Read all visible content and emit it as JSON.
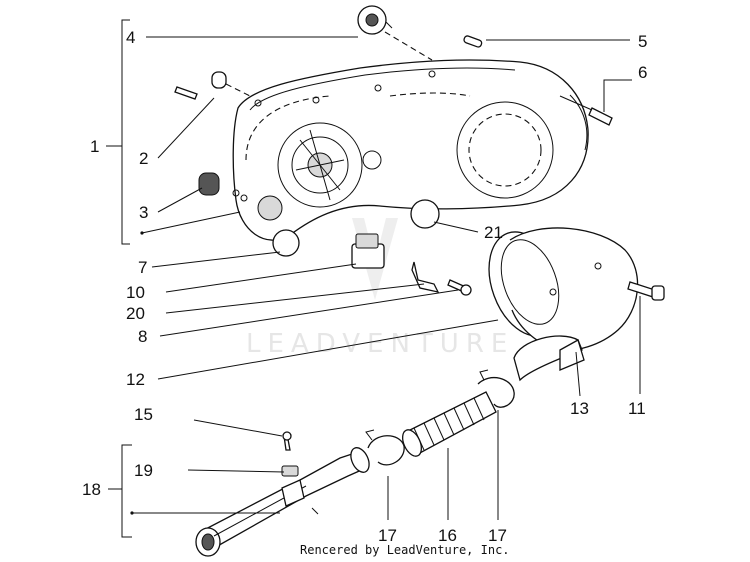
{
  "watermark": {
    "text": "LEADVENTURE"
  },
  "credit": "Rencered by LeadVenture, Inc.",
  "callouts": {
    "c1": "1",
    "c2": "2",
    "c3": "3",
    "c4": "4",
    "c5": "5",
    "c6": "6",
    "c7": "7",
    "c8": "8",
    "c10": "10",
    "c11": "11",
    "c12": "12",
    "c13": "13",
    "c15": "15",
    "c16": "16",
    "c17a": "17",
    "c17b": "17",
    "c18": "18",
    "c19": "19",
    "c20": "20",
    "c21": "21"
  }
}
